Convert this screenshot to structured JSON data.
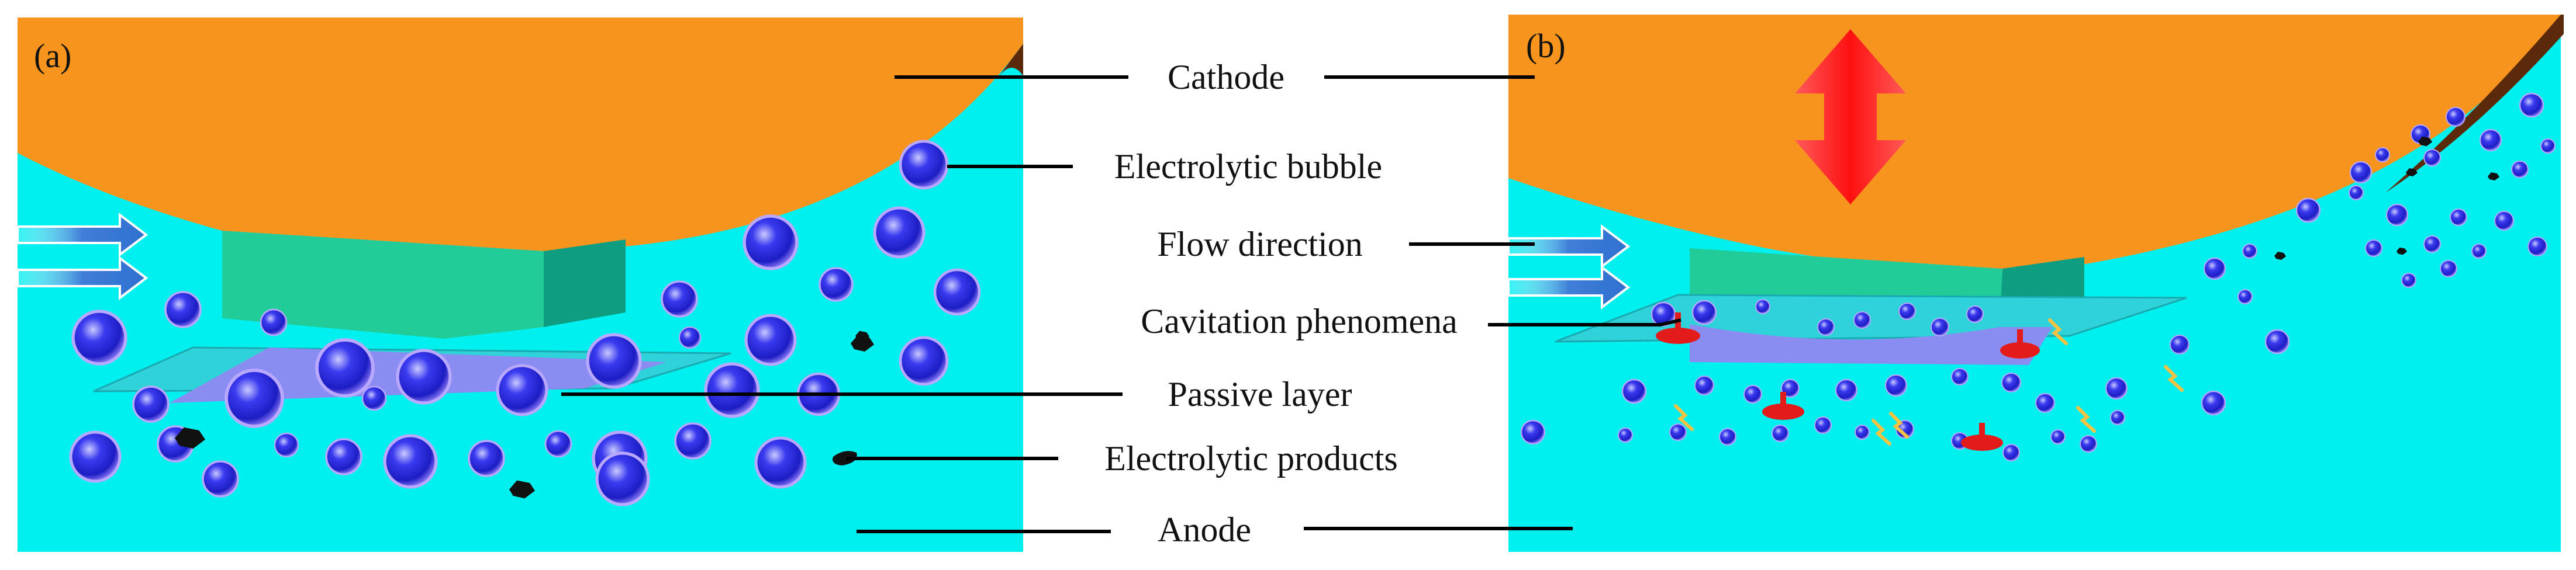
{
  "panels": [
    {
      "tag": "(a)"
    },
    {
      "tag": "(b)"
    }
  ],
  "labels": {
    "cathode": "Cathode",
    "electrolytic_bubble": "Electrolytic bubble",
    "flow_direction": "Flow direction",
    "cavitation": "Cavitation phenomena",
    "passive_layer": "Passive layer",
    "electrolytic_products": "Electrolytic products",
    "anode": "Anode"
  },
  "colors": {
    "electrolyte": "#00f0f0",
    "cathode": "#f7941d",
    "cathode_edge": "#5a2a0a",
    "tool_front": "#22cc99",
    "tool_side": "#0e9d80",
    "passive_layer": "#8a8cf2",
    "bubble": "#2b2be6",
    "product": "#111111",
    "cavitation": "#e41b1b",
    "vibration_arrow": "#ff1f1f",
    "flow_arrow": "#3f7fd9"
  }
}
